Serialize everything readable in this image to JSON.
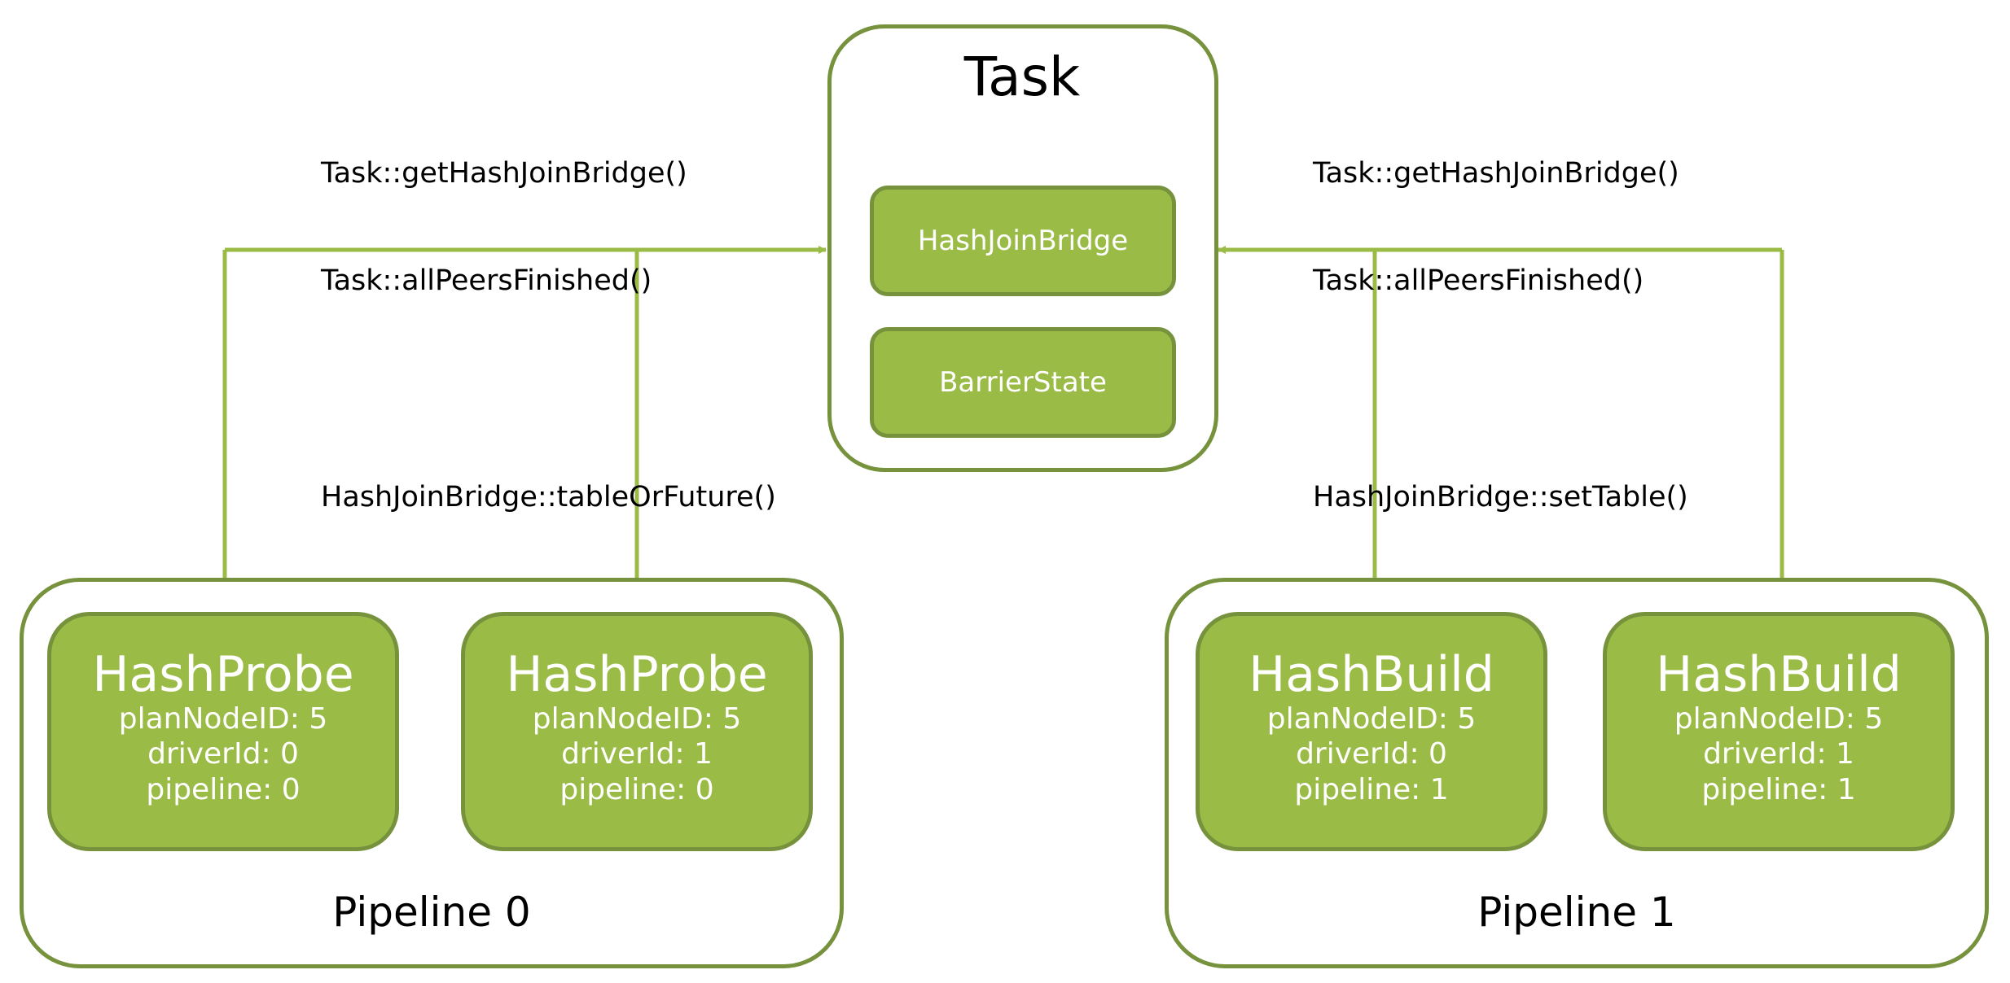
{
  "task": {
    "title": "Task",
    "components": [
      {
        "label": "HashJoinBridge"
      },
      {
        "label": "BarrierState"
      }
    ]
  },
  "left_calls": [
    "Task::getHashJoinBridge()",
    "Task::allPeersFinished()",
    "",
    "HashJoinBridge::tableOrFuture()"
  ],
  "right_calls": [
    "Task::getHashJoinBridge()",
    "Task::allPeersFinished()",
    "",
    "HashJoinBridge::setTable()"
  ],
  "pipelines": [
    {
      "label": "Pipeline 0",
      "operators": [
        {
          "name": "HashProbe",
          "plan_node": "planNodeID: 5",
          "driver": "driverId: 0",
          "pipeline": "pipeline: 0"
        },
        {
          "name": "HashProbe",
          "plan_node": "planNodeID: 5",
          "driver": "driverId: 1",
          "pipeline": "pipeline: 0"
        }
      ]
    },
    {
      "label": "Pipeline 1",
      "operators": [
        {
          "name": "HashBuild",
          "plan_node": "planNodeID: 5",
          "driver": "driverId: 0",
          "pipeline": "pipeline: 1"
        },
        {
          "name": "HashBuild",
          "plan_node": "planNodeID: 5",
          "driver": "driverId: 1",
          "pipeline": "pipeline: 1"
        }
      ]
    }
  ],
  "colors": {
    "fill": "#9bbb47",
    "border": "#76923c",
    "connector": "#9bbb47"
  }
}
